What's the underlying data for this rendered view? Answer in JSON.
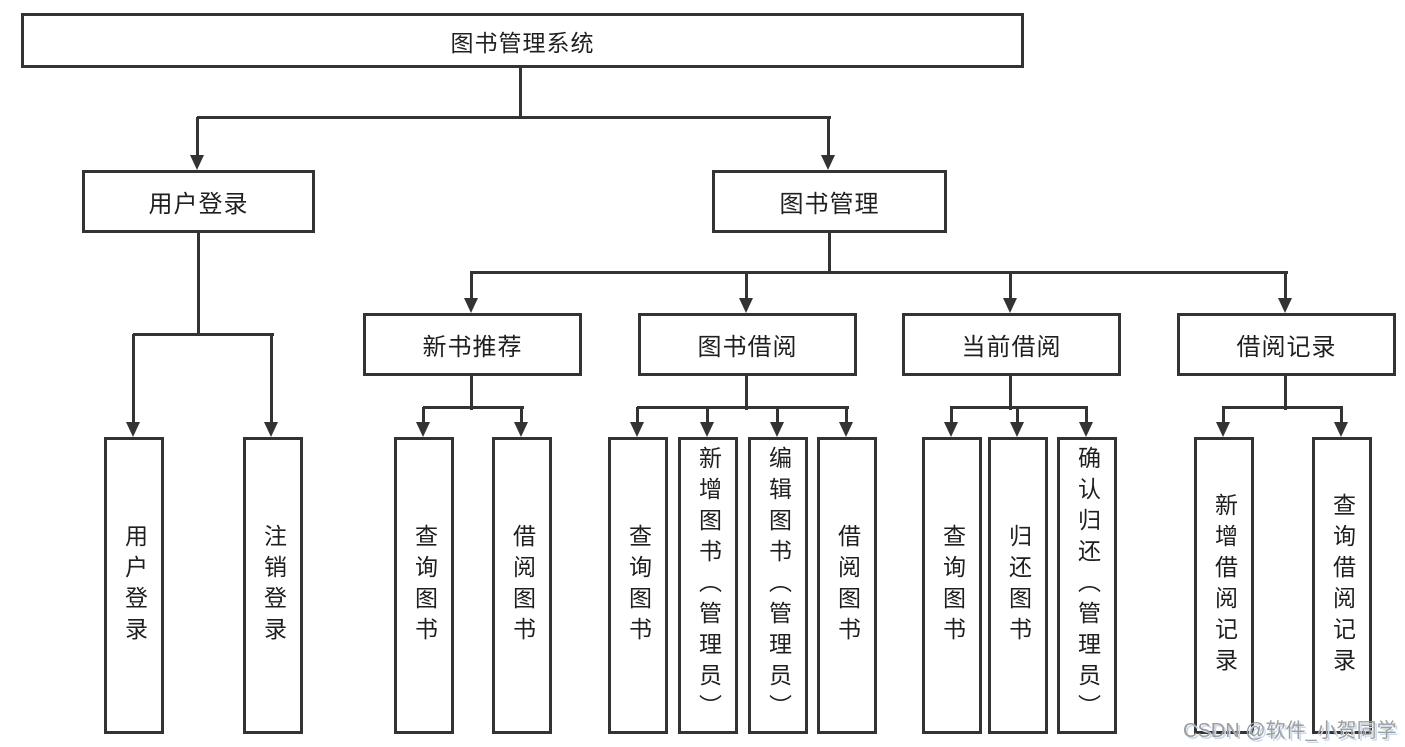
{
  "tree": {
    "label": "图书管理系统",
    "children": [
      {
        "label": "用户登录",
        "children": [
          {
            "label": "用户登录"
          },
          {
            "label": "注销登录"
          }
        ]
      },
      {
        "label": "图书管理",
        "children": [
          {
            "label": "新书推荐",
            "children": [
              {
                "label": "查询图书"
              },
              {
                "label": "借阅图书"
              }
            ]
          },
          {
            "label": "图书借阅",
            "children": [
              {
                "label": "查询图书"
              },
              {
                "label": "新增图书（管理员）"
              },
              {
                "label": "编辑图书（管理员）"
              },
              {
                "label": "借阅图书"
              }
            ]
          },
          {
            "label": "当前借阅",
            "children": [
              {
                "label": "查询图书"
              },
              {
                "label": "归还图书"
              },
              {
                "label": "确认归还（管理员）"
              }
            ]
          },
          {
            "label": "借阅记录",
            "children": [
              {
                "label": "新增借阅记录"
              },
              {
                "label": "查询借阅记录"
              }
            ]
          }
        ]
      }
    ]
  },
  "watermark": {
    "text": "CSDN @软件_小贺同学"
  },
  "colors": {
    "line": "#333333",
    "text": "#1f1f1f",
    "background": "#ffffff",
    "watermark_text": "#9e9e9e",
    "watermark_shadow": "#c9d9ee"
  }
}
